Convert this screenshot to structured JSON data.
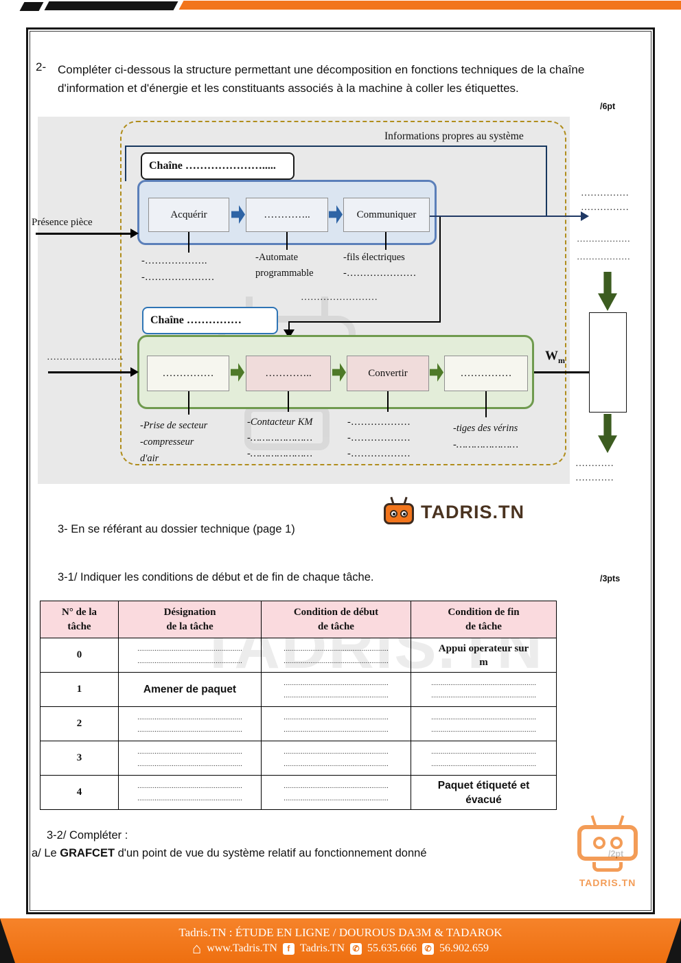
{
  "q2": {
    "num": "2-",
    "text": "Compléter ci-dessous la structure permettant une décomposition en fonctions techniques de la chaîne d'information et d'énergie et les constituants associés à la  machine à coller les étiquettes.",
    "points": "/6pt"
  },
  "diagram": {
    "info_feedback": "Informations propres au système",
    "chain_info": {
      "title": "Chaîne ………………….....",
      "box1": "Acquérir",
      "box2": "…………..",
      "box3": "Communiquer",
      "input": "Présence pièce",
      "ann_col1": "-……………….\n-…………………",
      "ann_col2": "-Automate\nprogrammable",
      "ann_col3": "-fils électriques\n-…………………",
      "mid_dots": "……………………",
      "out_top1": "……………",
      "out_top2": "……………",
      "out_mid1": "………………",
      "out_mid2": "………………"
    },
    "chain_energy": {
      "title": "Chaîne ……………",
      "box1": "……………",
      "box2": "…………..",
      "box3": "Convertir",
      "box4": "……………",
      "input": "……………………",
      "w_label": "W",
      "w_sub": "m",
      "ann_col1": "-Prise de secteur\n-compresseur\nd'air",
      "ann_col2": "-Contacteur KM\n-…………………\n-…………………",
      "ann_col3": "-………………\n-………………\n-………………",
      "ann_col4": "-tiges des vérins\n-…………………",
      "out_bot1": "…………",
      "out_bot2": "…………"
    }
  },
  "brand": {
    "logo_text": "TADRIS.TN",
    "watermark": "TADRIS.TN"
  },
  "q3": {
    "text": "3-   En se référant au dossier technique (page 1)"
  },
  "q31": {
    "text": "3-1/ Indiquer les conditions de début et de fin de chaque tâche.",
    "points": "/3pts"
  },
  "table": {
    "headers": {
      "c1": "N° de la\ntâche",
      "c2": "Désignation\nde la tâche",
      "c3": "Condition de début\nde tâche",
      "c4": "Condition de fin\nde tâche"
    },
    "dots2": ".......................................................\n.......................................................",
    "rows": {
      "r0": {
        "num": "0",
        "fin": "Appui operateur sur\nm"
      },
      "r1": {
        "num": "1",
        "des": "Amener de paquet"
      },
      "r2": {
        "num": "2"
      },
      "r3": {
        "num": "3"
      },
      "r4": {
        "num": "4",
        "fin": "Paquet étiqueté et\névacué"
      }
    }
  },
  "q32": {
    "line1": "3-2/ Compléter :",
    "a_prefix": "a/ Le ",
    "a_bold": "GRAFCET",
    "a_rest": " d'un point de vue du système relatif au fonctionnement  donné",
    "points": "/2pt"
  },
  "footer": {
    "line1": "Tadris.TN : ÉTUDE EN LIGNE / DOUROUS DA3M & TADAROK",
    "home_icon": "⌂",
    "home_label": "www.Tadris.TN",
    "fb_icon": "f",
    "fb_label": "Tadris.TN",
    "phone_icon": "✆",
    "phone1": "55.635.666",
    "phone2": "56.902.659"
  }
}
